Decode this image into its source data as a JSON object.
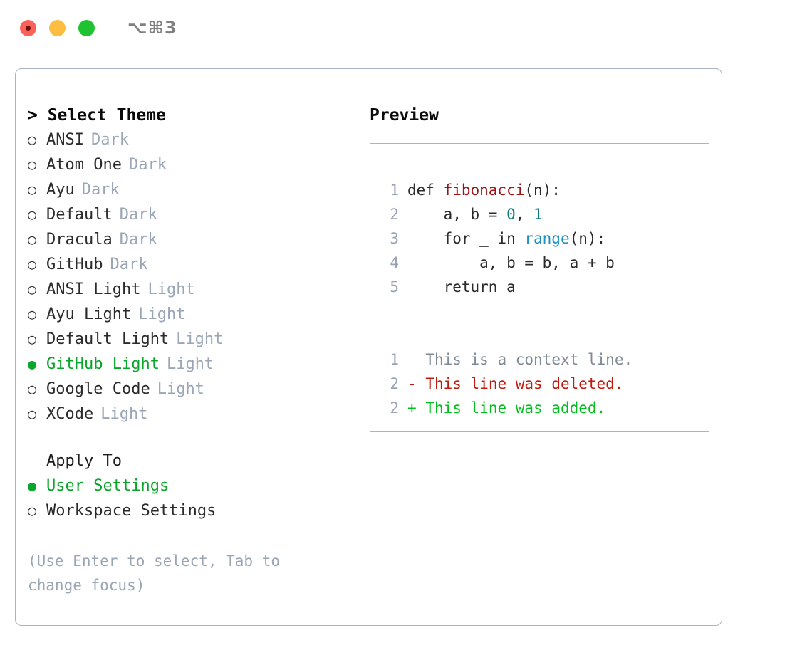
{
  "window": {
    "traffic_lights": [
      "close-red",
      "minimize-yellow",
      "maximize-green"
    ],
    "shortcut": "⌥⌘3",
    "shortcut_color": "#808080"
  },
  "theme_picker": {
    "heading": "> Select Theme",
    "heading_prompt": ">",
    "marker_unselected": "○",
    "marker_selected": "●",
    "selected_color": "#0aa52b",
    "tag_color": "#9aa5b6",
    "items": [
      {
        "marker": "○",
        "label": "ANSI",
        "tag": "Dark",
        "selected": false
      },
      {
        "marker": "○",
        "label": "Atom One",
        "tag": "Dark",
        "selected": false
      },
      {
        "marker": "○",
        "label": "Ayu",
        "tag": "Dark",
        "selected": false
      },
      {
        "marker": "○",
        "label": "Default",
        "tag": "Dark",
        "selected": false
      },
      {
        "marker": "○",
        "label": "Dracula",
        "tag": "Dark",
        "selected": false
      },
      {
        "marker": "○",
        "label": "GitHub",
        "tag": "Dark",
        "selected": false
      },
      {
        "marker": "○",
        "label": "ANSI Light",
        "tag": "Light",
        "selected": false
      },
      {
        "marker": "○",
        "label": "Ayu Light",
        "tag": "Light",
        "selected": false
      },
      {
        "marker": "○",
        "label": "Default Light",
        "tag": "Light",
        "selected": false
      },
      {
        "marker": "●",
        "label": "GitHub Light",
        "tag": "Light",
        "selected": true
      },
      {
        "marker": "○",
        "label": "Google Code",
        "tag": "Light",
        "selected": false
      },
      {
        "marker": "○",
        "label": "XCode",
        "tag": "Light",
        "selected": false
      }
    ]
  },
  "apply_to": {
    "heading": "Apply To",
    "items": [
      {
        "marker": "●",
        "label": "User Settings",
        "selected": true
      },
      {
        "marker": "○",
        "label": "Workspace Settings",
        "selected": false
      }
    ]
  },
  "footer": {
    "hint": "(Use Enter to select, Tab to change focus)"
  },
  "preview": {
    "title": "Preview",
    "code_lines": [
      {
        "lineno": "1",
        "tokens": [
          {
            "text": "def ",
            "kind": "plain"
          },
          {
            "text": "fibonacci",
            "kind": "fn"
          },
          {
            "text": "(n):",
            "kind": "plain"
          }
        ]
      },
      {
        "lineno": "2",
        "tokens": [
          {
            "text": "    a, b = ",
            "kind": "plain"
          },
          {
            "text": "0",
            "kind": "num"
          },
          {
            "text": ", ",
            "kind": "plain"
          },
          {
            "text": "1",
            "kind": "num"
          }
        ]
      },
      {
        "lineno": "3",
        "tokens": [
          {
            "text": "    for _ in ",
            "kind": "plain"
          },
          {
            "text": "range",
            "kind": "call"
          },
          {
            "text": "(n):",
            "kind": "plain"
          }
        ]
      },
      {
        "lineno": "4",
        "tokens": [
          {
            "text": "        a, b = b, a + b",
            "kind": "plain"
          }
        ]
      },
      {
        "lineno": "5",
        "tokens": [
          {
            "text": "    return a",
            "kind": "plain"
          }
        ]
      }
    ],
    "diff_lines": [
      {
        "lineno": "1",
        "sign": " ",
        "text": "This is a context line.",
        "kind": "ctx"
      },
      {
        "lineno": "2",
        "sign": "-",
        "text": "This line was deleted.",
        "kind": "del"
      },
      {
        "lineno": "2",
        "sign": "+",
        "text": "This line was added.",
        "kind": "add"
      }
    ],
    "colors": {
      "lineno": "#99a3b5",
      "function": "#9e1013",
      "number": "#0b7a7a",
      "builtin": "#1a93c4",
      "diff_context": "#808a94",
      "diff_deleted": "#c2190f",
      "diff_added": "#00bf1d",
      "border": "#a9b3c4"
    }
  }
}
